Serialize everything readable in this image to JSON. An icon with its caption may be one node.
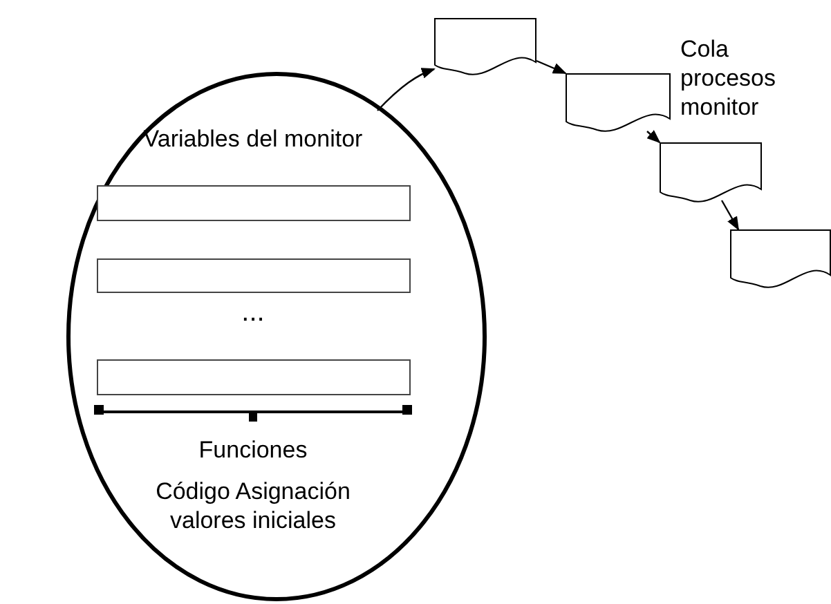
{
  "diagram": {
    "nodes": [
      {
        "text": [
          "Variables del monitor",
          "Funciones",
          "Código Asignación valores iniciales"
        ]
      },
      {
        "text": [],
        "shape": "box",
        "in": 0
      },
      {
        "text": [],
        "shape": "box",
        "in": 0
      },
      {
        "text": [],
        "shape": "box",
        "in": 0
      },
      {
        "text": [],
        "shape": "document"
      },
      {
        "text": [],
        "shape": "document"
      },
      {
        "text": [],
        "shape": "document"
      },
      {
        "text": [],
        "shape": "document"
      }
    ],
    "edges": [
      {
        "from": 0,
        "to": 4,
        "arrow": "to"
      },
      {
        "from": 4,
        "to": 5,
        "arrow": "to"
      },
      {
        "from": 5,
        "to": 6,
        "arrow": "to"
      },
      {
        "from": 6,
        "to": 7,
        "arrow": "to"
      }
    ],
    "labels": [
      "...",
      "Cola procesos monitor"
    ]
  }
}
